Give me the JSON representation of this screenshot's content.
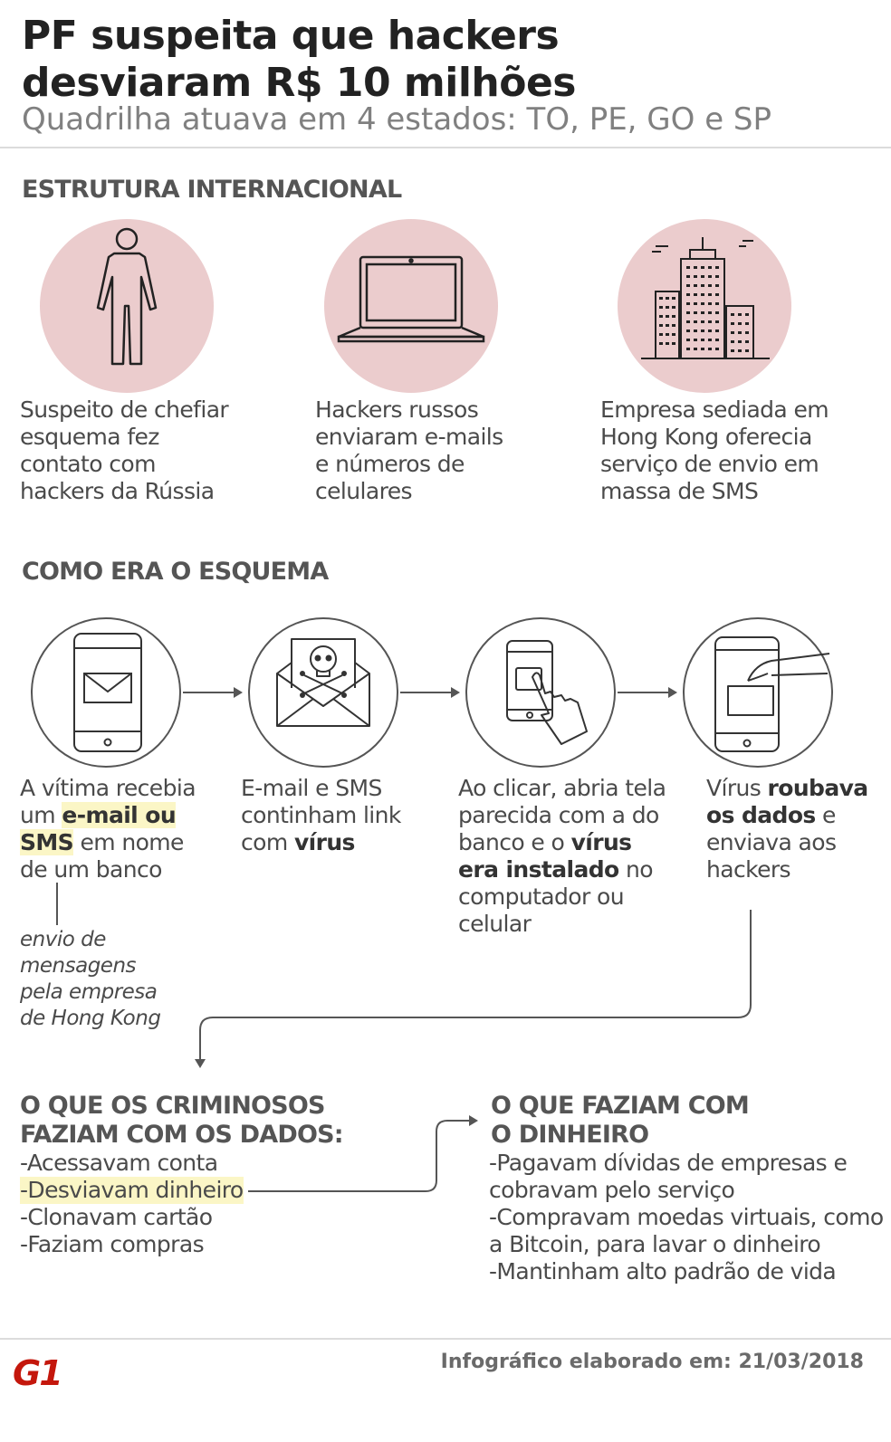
{
  "header": {
    "title_line1": "PF suspeita que hackers",
    "title_line2": "desviaram R$ 10 milhões",
    "subtitle": "Quadrilha atuava em 4 estados: TO, PE, GO e SP"
  },
  "structure": {
    "heading": "ESTRUTURA INTERNACIONAL",
    "items": [
      {
        "icon": "person-icon",
        "text": [
          "Suspeito de chefiar",
          "esquema fez",
          "contato com",
          "hackers da Rússia"
        ]
      },
      {
        "icon": "laptop-icon",
        "text": [
          "Hackers russos",
          "enviaram e-mails",
          "e números de",
          "celulares"
        ]
      },
      {
        "icon": "buildings-icon",
        "text": [
          "Empresa sediada em",
          "Hong Kong oferecia",
          "serviço de envio em",
          "massa de SMS"
        ]
      }
    ]
  },
  "scheme": {
    "heading": "COMO ERA O ESQUEMA",
    "step1": {
      "a": "A vítima recebia",
      "b": "um ",
      "c": "e-mail ou",
      "d": "SMS",
      "e": " em nome",
      "f": "de um banco"
    },
    "step2": {
      "a": "E-mail e SMS",
      "b": "continham link",
      "c": "com ",
      "d": "vírus"
    },
    "step3": {
      "a": "Ao clicar, abria tela",
      "b": "parecida com a do",
      "c": "banco e o ",
      "d": "vírus",
      "e": "era instalado",
      "f": " no",
      "g": "computador ou",
      "h": "celular"
    },
    "step4": {
      "a": "Vírus ",
      "b": "roubava",
      "c": "os dados",
      "d": " e",
      "e": "enviava aos",
      "f": "hackers"
    },
    "note": [
      "envio de",
      "mensagens",
      "pela empresa",
      "de Hong Kong"
    ],
    "icons": [
      "phone-mail-icon",
      "skull-envelope-icon",
      "phone-tap-icon",
      "phone-grab-icon"
    ]
  },
  "data_use": {
    "heading": [
      "O QUE OS CRIMINOSOS",
      "FAZIAM COM OS DADOS:"
    ],
    "items": [
      "-Acessavam conta",
      "-Desviavam dinheiro",
      "-Clonavam cartão",
      "-Faziam compras"
    ]
  },
  "money_use": {
    "heading": [
      "O QUE FAZIAM COM",
      "O DINHEIRO"
    ],
    "items": [
      "-Pagavam dívidas de empresas e",
      "cobravam pelo serviço",
      "-Compravam moedas virtuais, como",
      "a Bitcoin, para lavar o dinheiro",
      "-Mantinham alto padrão de vida"
    ]
  },
  "footer": {
    "logo": "G1",
    "credit": "Infográfico elaborado em: 21/03/2018"
  },
  "colors": {
    "pink": "#ebcccd",
    "highlight": "#fbf6c6",
    "logo_red": "#c4170c"
  }
}
